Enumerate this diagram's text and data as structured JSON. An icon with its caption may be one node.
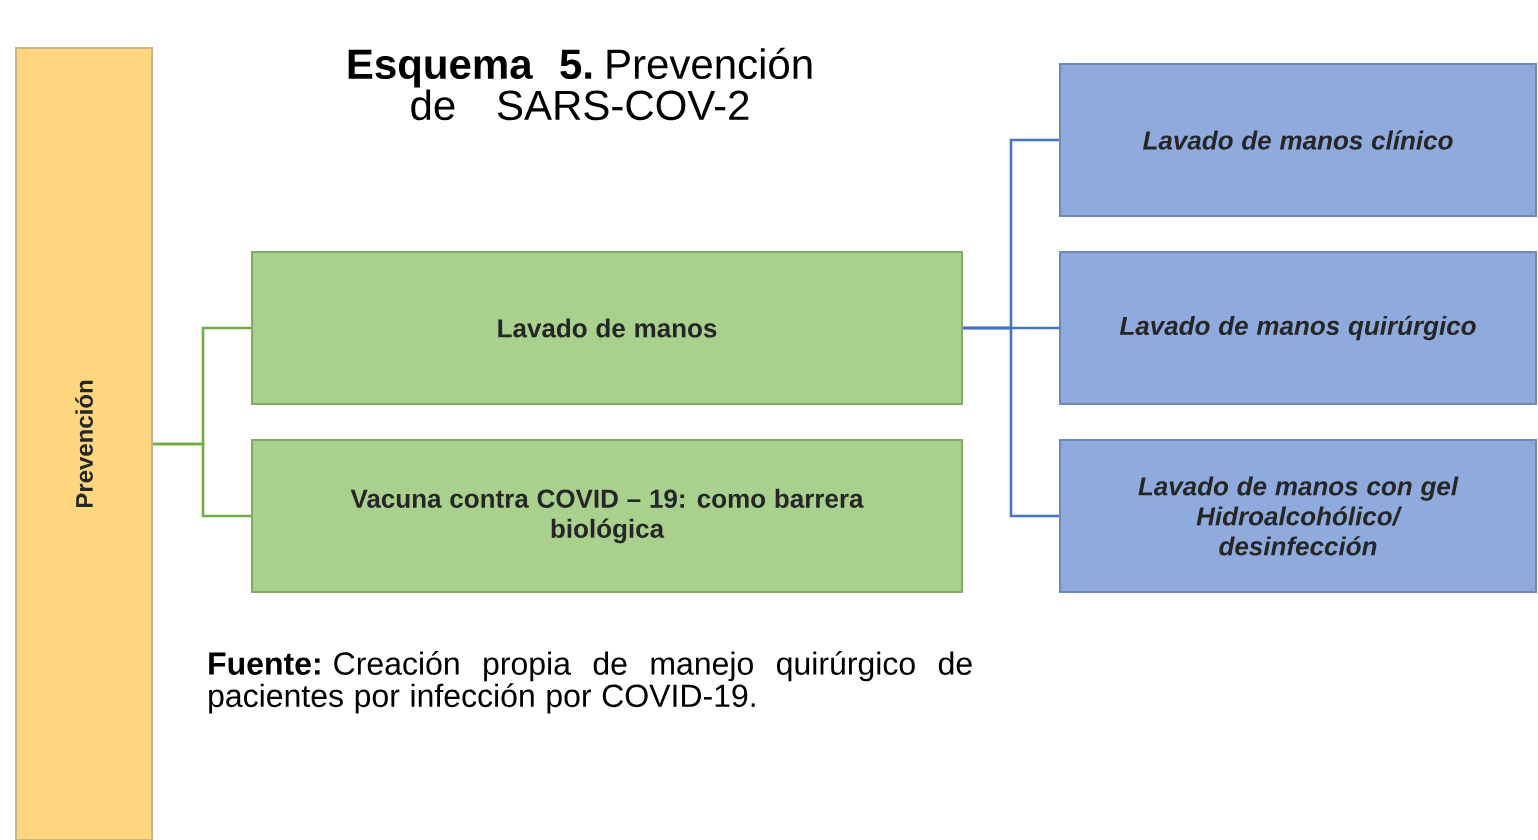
{
  "diagram": {
    "title": "**Esquema 5.** Prevención de SARS-COV-2",
    "caption": "**Fuente:** Creación propia de manejo quirúrgico de pacientes por infección por COVID-19.",
    "nodes": [
      {
        "text": [
          "Prevención"
        ]
      },
      {
        "text": [
          "Lavado de manos"
        ]
      },
      {
        "text": [
          "Vacuna contra COVID – 19: como barrera biológica"
        ]
      },
      {
        "text": [
          "Lavado de manos clínico"
        ]
      },
      {
        "text": [
          "Lavado de manos quirúrgico"
        ]
      },
      {
        "text": [
          "Lavado de manos con gel Hidroalcohólico/ desinfección"
        ]
      }
    ],
    "edges": [
      {
        "from": 0,
        "to": 1,
        "arrow": "none",
        "color": "#70ad47"
      },
      {
        "from": 0,
        "to": 2,
        "arrow": "none",
        "color": "#70ad47"
      },
      {
        "from": 1,
        "to": 3,
        "arrow": "none"
      },
      {
        "from": 1,
        "to": 4,
        "arrow": "none"
      },
      {
        "from": 1,
        "to": 5,
        "arrow": "none"
      }
    ]
  }
}
